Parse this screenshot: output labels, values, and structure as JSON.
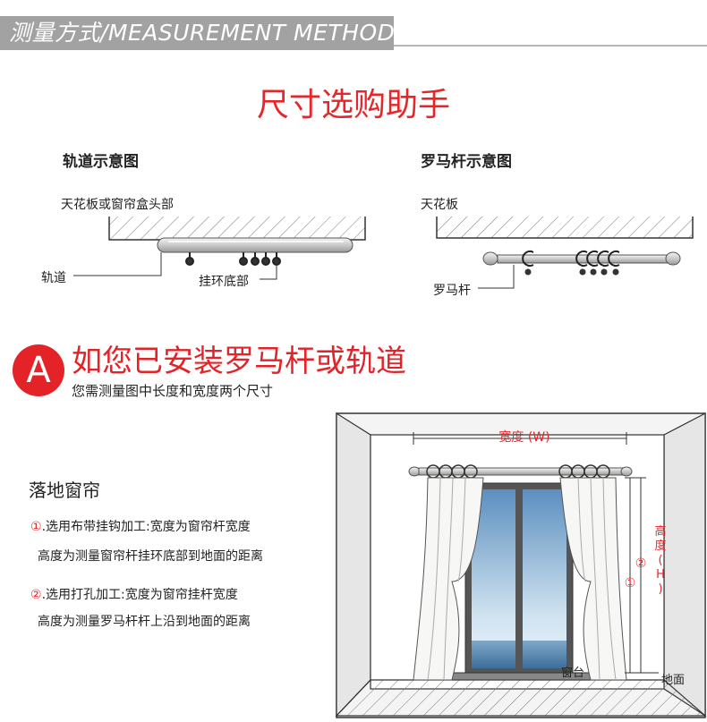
{
  "header": {
    "title": "测量方式/MEASUREMENT METHOD"
  },
  "main_title": "尺寸选购助手",
  "track_diagram": {
    "title": "轨道示意图",
    "ceiling_label": "天花板或窗帘盒头部",
    "track_label": "轨道",
    "hook_label": "挂环底部"
  },
  "rod_diagram": {
    "title": "罗马杆示意图",
    "ceiling_label": "天花板",
    "rod_label": "罗马杆"
  },
  "section_a": {
    "badge": "A",
    "title": "如您已安装罗马杆或轨道",
    "subtitle": "您需测量图中长度和宽度两个尺寸"
  },
  "floor_curtain": {
    "title": "落地窗帘",
    "notes": [
      {
        "marker": "①",
        "line1": ".选用布带挂钩加工:宽度为窗帘杆宽度",
        "line2": "高度为测量窗帘杆挂环底部到地面的距离"
      },
      {
        "marker": "②",
        "line1": ".选用打孔加工:宽度为窗帘挂杆宽度",
        "line2": "高度为测量罗马杆杆上沿到地面的距离"
      }
    ]
  },
  "window_diagram": {
    "width_label": "宽度 (W)",
    "height_label_chars": [
      "高",
      "度",
      "(",
      "H",
      ")"
    ],
    "marker1": "①",
    "marker2": "②",
    "sill_label": "窗台",
    "floor_label": "地面"
  },
  "colors": {
    "accent": "#e8262a",
    "header_band": "#a2a2a2",
    "sky_top": "#5c8fbf",
    "sky_bottom": "#e9f3fa"
  }
}
